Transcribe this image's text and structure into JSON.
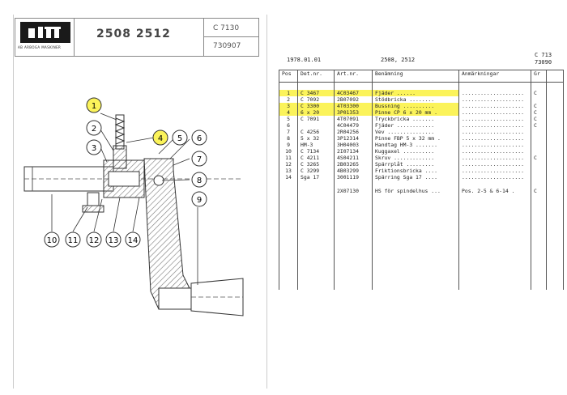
{
  "left_sheet": {
    "company": "AB ARBOGA MASKINER",
    "models": "2508  2512",
    "code_top": "C 7130",
    "code_bottom": "730907",
    "callouts": [
      "1",
      "2",
      "3",
      "4",
      "5",
      "6",
      "7",
      "8",
      "9",
      "10",
      "11",
      "12",
      "13",
      "14"
    ],
    "highlighted_callouts": [
      "1",
      "4"
    ]
  },
  "right_sheet": {
    "date": "1978.01.01",
    "models": "2508, 2512",
    "code_top": "C 713",
    "code_bottom": "73090",
    "columns": [
      "Pos",
      "Det.nr.",
      "Art.nr.",
      "Benämning",
      "Anmärkningar",
      "Gr"
    ],
    "rows": [
      {
        "pos": "1",
        "det": "C 3467",
        "art": "4C03467",
        "ben": "Fjäder ......",
        "anm": "....................",
        "gr": "C",
        "hl": true
      },
      {
        "pos": "2",
        "det": "C 7092",
        "art": "2B07092",
        "ben": "Stödbricka ........",
        "anm": "....................",
        "gr": "",
        "hl": false
      },
      {
        "pos": "3",
        "det": "C 3300",
        "art": "4T03300",
        "ben": "Bussning ..........",
        "anm": "....................",
        "gr": "C",
        "hl": true
      },
      {
        "pos": "4",
        "det": "6 x 20",
        "art": "3P01353",
        "ben": "Pinne CP 6 x 20 mm .",
        "anm": "....................",
        "gr": "C",
        "hl": true
      },
      {
        "pos": "5",
        "det": "C 7091",
        "art": "4T07091",
        "ben": "Tryckbricka .......",
        "anm": "....................",
        "gr": "C",
        "hl": false
      },
      {
        "pos": "6",
        "det": "",
        "art": "4C04479",
        "ben": "Fjäder ............",
        "anm": "....................",
        "gr": "C",
        "hl": false
      },
      {
        "pos": "7",
        "det": "C 4256",
        "art": "2R04256",
        "ben": "Vev ...............",
        "anm": "....................",
        "gr": "",
        "hl": false
      },
      {
        "pos": "8",
        "det": "5 x 32",
        "art": "3P12314",
        "ben": "Pinne FBP 5 x 32 mm .",
        "anm": "....................",
        "gr": "",
        "hl": false
      },
      {
        "pos": "9",
        "det": "HM-3",
        "art": "3H04003",
        "ben": "Handtag HM-3 .......",
        "anm": "....................",
        "gr": "",
        "hl": false
      },
      {
        "pos": "10",
        "det": "C 7134",
        "art": "2I07134",
        "ben": "Kuggaxel ..........",
        "anm": "....................",
        "gr": "",
        "hl": false
      },
      {
        "pos": "11",
        "det": "C 4211",
        "art": "4S04211",
        "ben": "Skruv .............",
        "anm": "....................",
        "gr": "C",
        "hl": false
      },
      {
        "pos": "12",
        "det": "C 3265",
        "art": "2B03265",
        "ben": "Spärrplåt .........",
        "anm": "....................",
        "gr": "",
        "hl": false
      },
      {
        "pos": "13",
        "det": "C 3299",
        "art": "4B03299",
        "ben": "Friktionsbricka ....",
        "anm": "....................",
        "gr": "",
        "hl": false
      },
      {
        "pos": "14",
        "det": "Sga 17",
        "art": "3001119",
        "ben": "Spärring Sga 17 ....",
        "anm": "....................",
        "gr": "",
        "hl": false
      }
    ],
    "assembly_row": {
      "pos": "",
      "det": "",
      "art": "2X07130",
      "ben": "HS för spindelhus ...",
      "anm": "Pos. 2-5 & 6-14 .",
      "gr": "C"
    }
  },
  "colors": {
    "highlight": "#fbf35a",
    "ink": "#333333",
    "hatch": "#777777"
  }
}
